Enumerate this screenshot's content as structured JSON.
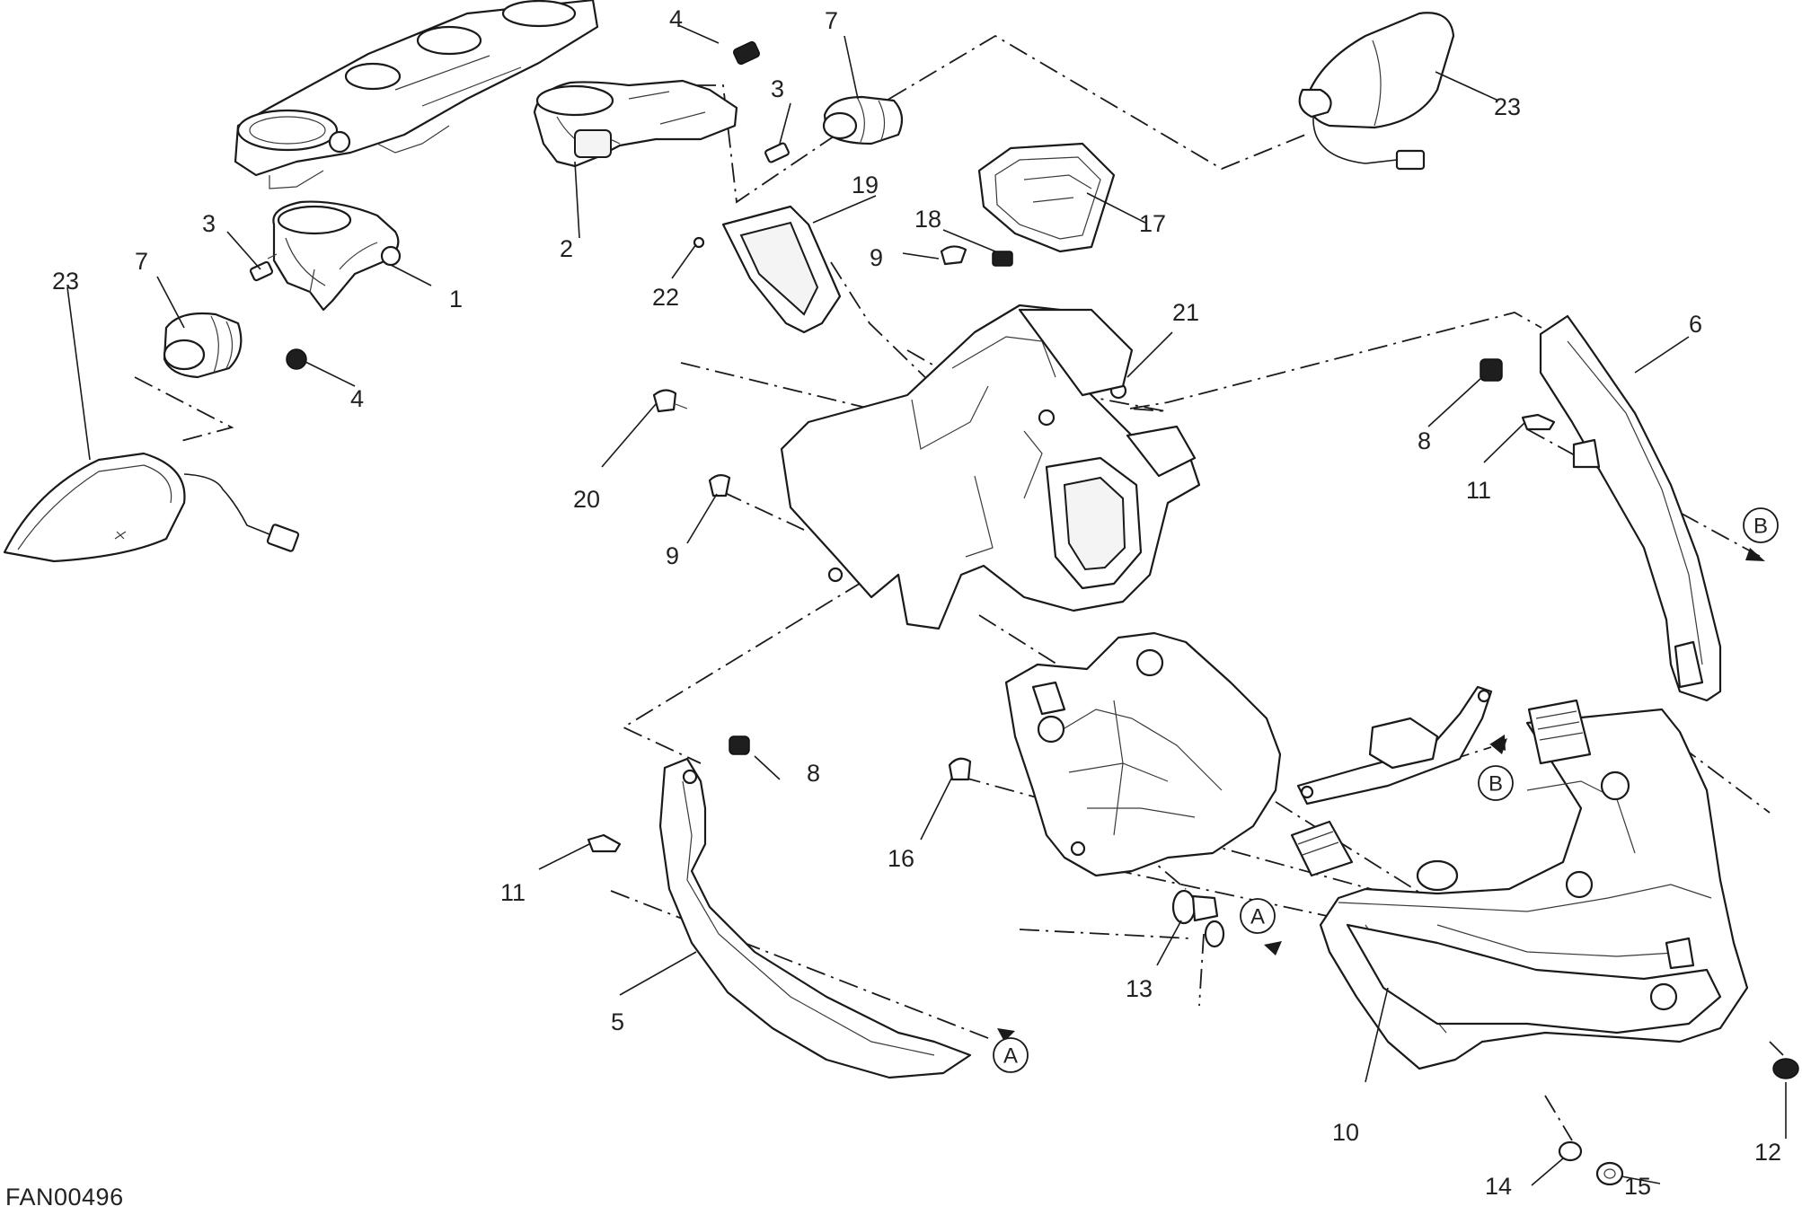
{
  "diagram_code": "FAN00496",
  "part_numbers": {
    "p1": "1",
    "p2": "2",
    "p3a": "3",
    "p3b": "3",
    "p4a": "4",
    "p4b": "4",
    "p5": "5",
    "p6": "6",
    "p7a": "7",
    "p7b": "7",
    "p8a": "8",
    "p8b": "8",
    "p9a": "9",
    "p9b": "9",
    "p10": "10",
    "p11a": "11",
    "p11b": "11",
    "p12": "12",
    "p13": "13",
    "p14": "14",
    "p15": "15",
    "p16": "16",
    "p17": "17",
    "p18": "18",
    "p19": "19",
    "p20": "20",
    "p21": "21",
    "p22": "22",
    "p23a": "23",
    "p23b": "23"
  },
  "reference_marks": {
    "a1": "A",
    "a2": "A",
    "b1": "B",
    "b2": "B"
  }
}
